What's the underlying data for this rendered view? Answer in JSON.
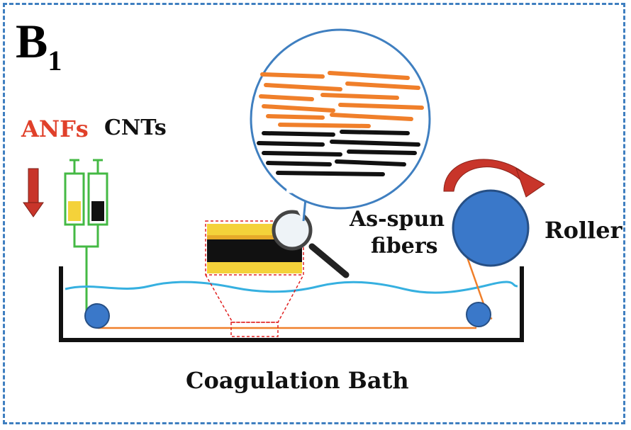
{
  "panel": {
    "letter": "B",
    "subscript": "1"
  },
  "labels": {
    "anfs": "ANFs",
    "cnts": "CNTs",
    "as_spun_line1": "As-spun",
    "as_spun_line2": "fibers",
    "roller": "Roller",
    "bath": "Coagulation Bath"
  },
  "colors": {
    "border": "#3f7fc0",
    "anfs": "#e0402a",
    "fiber_orange": "#f07f2a",
    "roller_blue": "#3a78c9",
    "water": "#36b0e0",
    "syringe": "#44b944",
    "yellow": "#f4d23a",
    "arrow_red": "#c8352a"
  }
}
